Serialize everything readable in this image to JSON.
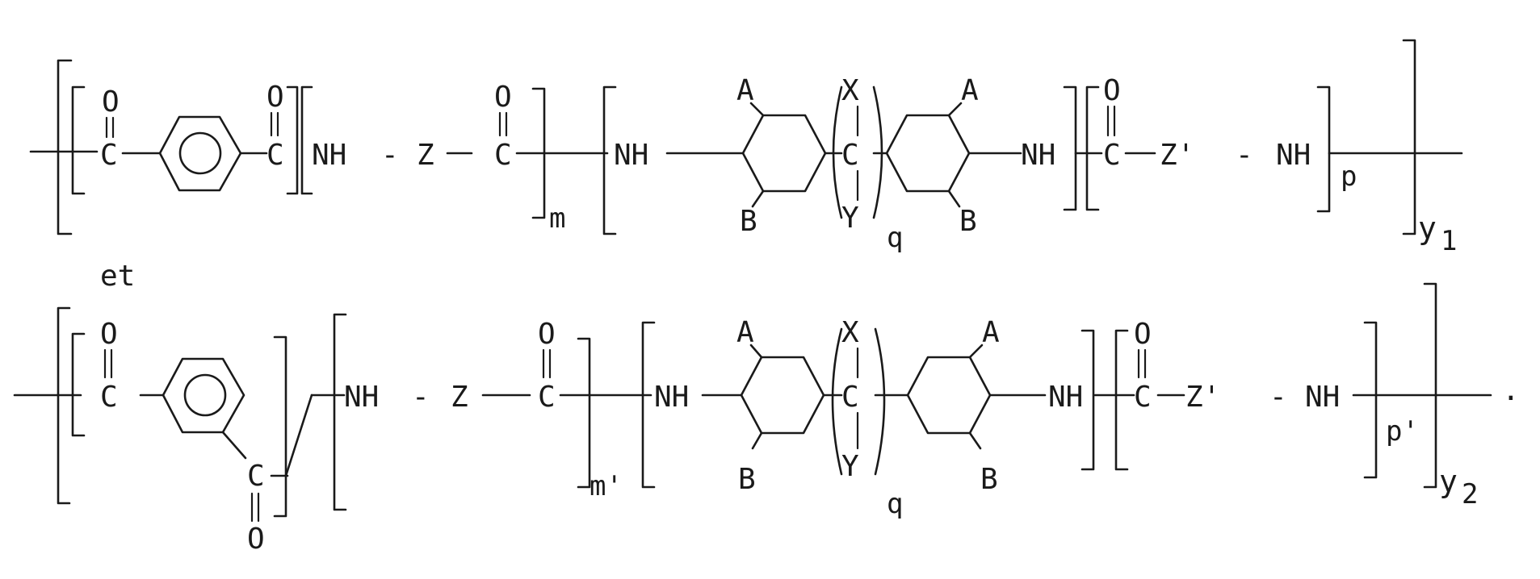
{
  "atoms": {
    "O": "O",
    "C": "C",
    "NH": "NH",
    "Z": "Z",
    "Z_prime": "Z'",
    "A": "A",
    "B": "B",
    "X": "X",
    "Y": "Y",
    "dash": "-"
  },
  "subscripts": {
    "m": "m",
    "m_prime": "m'",
    "p": "p",
    "p_prime": "p'",
    "q": "q",
    "y1": "y",
    "y1_index": "1",
    "y2": "y",
    "y2_index": "2"
  },
  "connector": "et",
  "trailing_mark": "."
}
